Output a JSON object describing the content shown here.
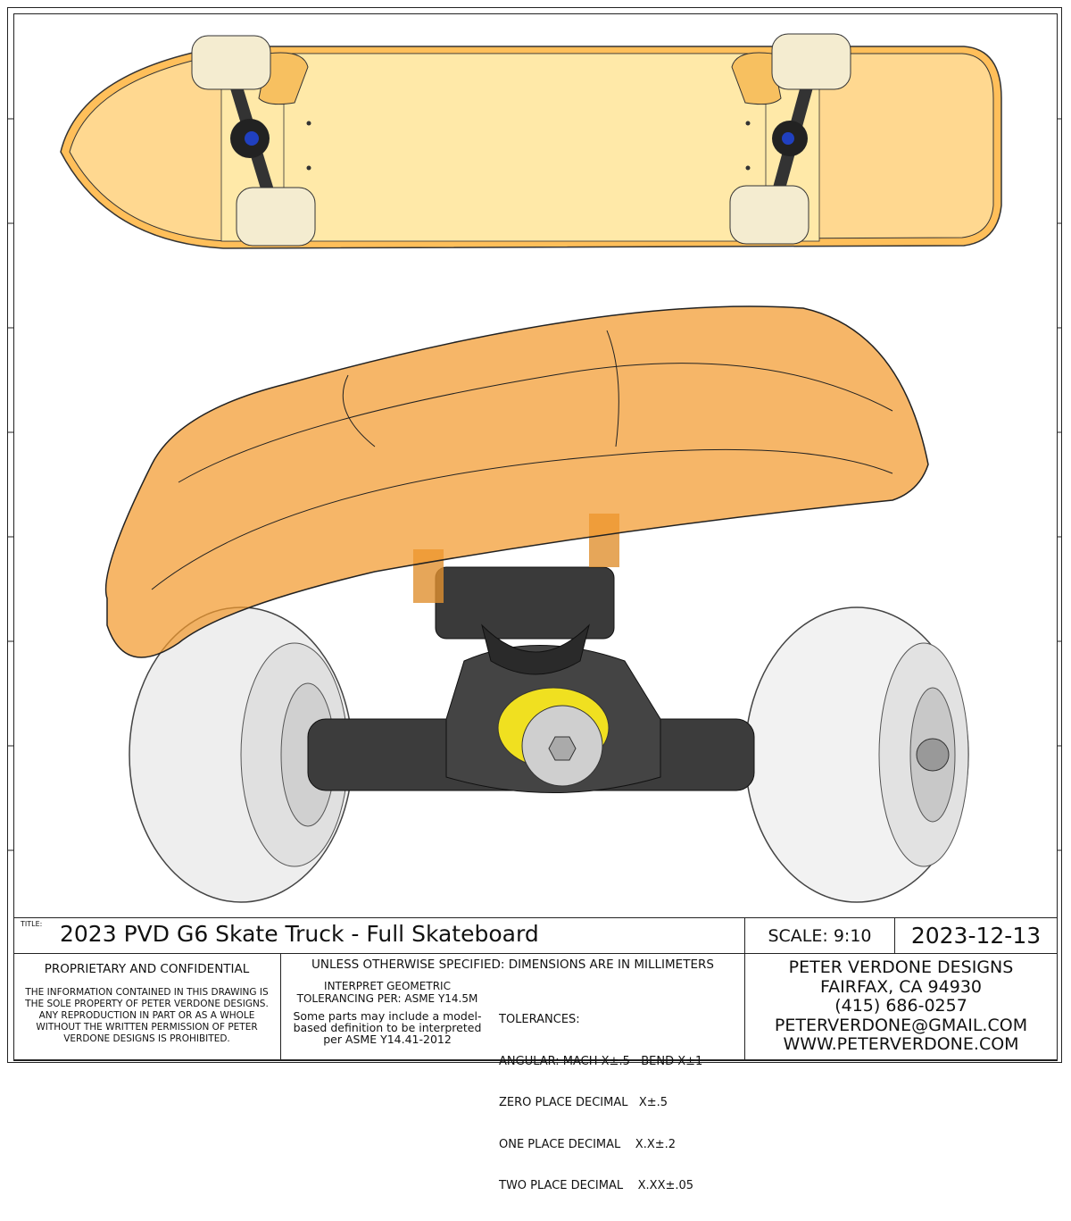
{
  "title_block": {
    "title_label": "TITLE:",
    "title": "2023 PVD G6 Skate Truck - Full Skateboard",
    "scale": "SCALE: 9:10",
    "date": "2023-12-13",
    "proprietary_heading": "PROPRIETARY AND CONFIDENTIAL",
    "proprietary_text": "THE INFORMATION CONTAINED IN THIS DRAWING IS THE SOLE PROPERTY OF PETER VERDONE DESIGNS.  ANY  REPRODUCTION IN PART OR AS A WHOLE WITHOUT THE WRITTEN PERMISSION OF PETER VERDONE DESIGNS IS PROHIBITED.",
    "units_note": "UNLESS OTHERWISE SPECIFIED: DIMENSIONS ARE IN MILLIMETERS",
    "gdt_note": "INTERPRET GEOMETRIC TOLERANCING PER: ASME Y14.5M",
    "mbd_note": "Some parts may include a model-based definition to be interpreted per ASME Y14.41-2012",
    "tolerances": [
      "TOLERANCES:",
      "ANGULAR: MACH X±.5   BEND X±1",
      "ZERO PLACE DECIMAL   X±.5",
      "ONE PLACE DECIMAL    X.X±.2",
      "TWO PLACE DECIMAL    X.XX±.05"
    ],
    "company": [
      "PETER VERDONE DESIGNS",
      "FAIRFAX, CA 94930",
      "(415) 686-0257",
      "PETERVERDONE@GMAIL.COM",
      "WWW.PETERVERDONE.COM"
    ]
  },
  "colors": {
    "deck": "#ffc060",
    "deck_edge": "#e88a20",
    "truck": "#3a3a3a",
    "bushing": "#f0e020",
    "wheel": "#f2f2f2"
  }
}
